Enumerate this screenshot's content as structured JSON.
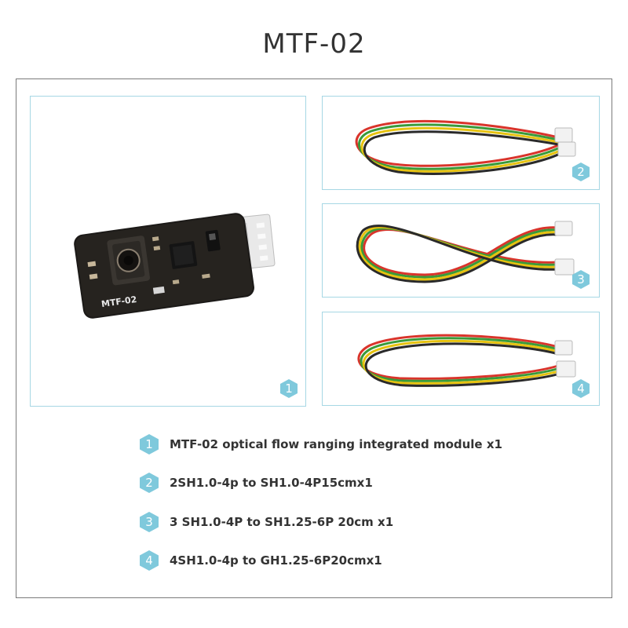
{
  "title": "MTF-02",
  "panels": [
    {
      "number": "1",
      "pcb_text": "MTF-02"
    },
    {
      "number": "2"
    },
    {
      "number": "3"
    },
    {
      "number": "4"
    }
  ],
  "legend": [
    {
      "number": "1",
      "text": "MTF-02 optical flow ranging integrated module x1"
    },
    {
      "number": "2",
      "text": "2SH1.0-4p to SH1.0-4P15cmx1"
    },
    {
      "number": "3",
      "text": "3 SH1.0-4P to SH1.25-6P 20cm x1"
    },
    {
      "number": "4",
      "text": "4SH1.0-4p to GH1.25-6P20cmx1"
    }
  ],
  "colors": {
    "accent": "#7fc9dc",
    "panel_border": "#a6d7e4",
    "frame_border": "#7a7a7a",
    "wire_red": "#d9342b",
    "wire_green": "#3a9a3a",
    "wire_yellow": "#e6c20f",
    "wire_black": "#2a2a2a"
  }
}
